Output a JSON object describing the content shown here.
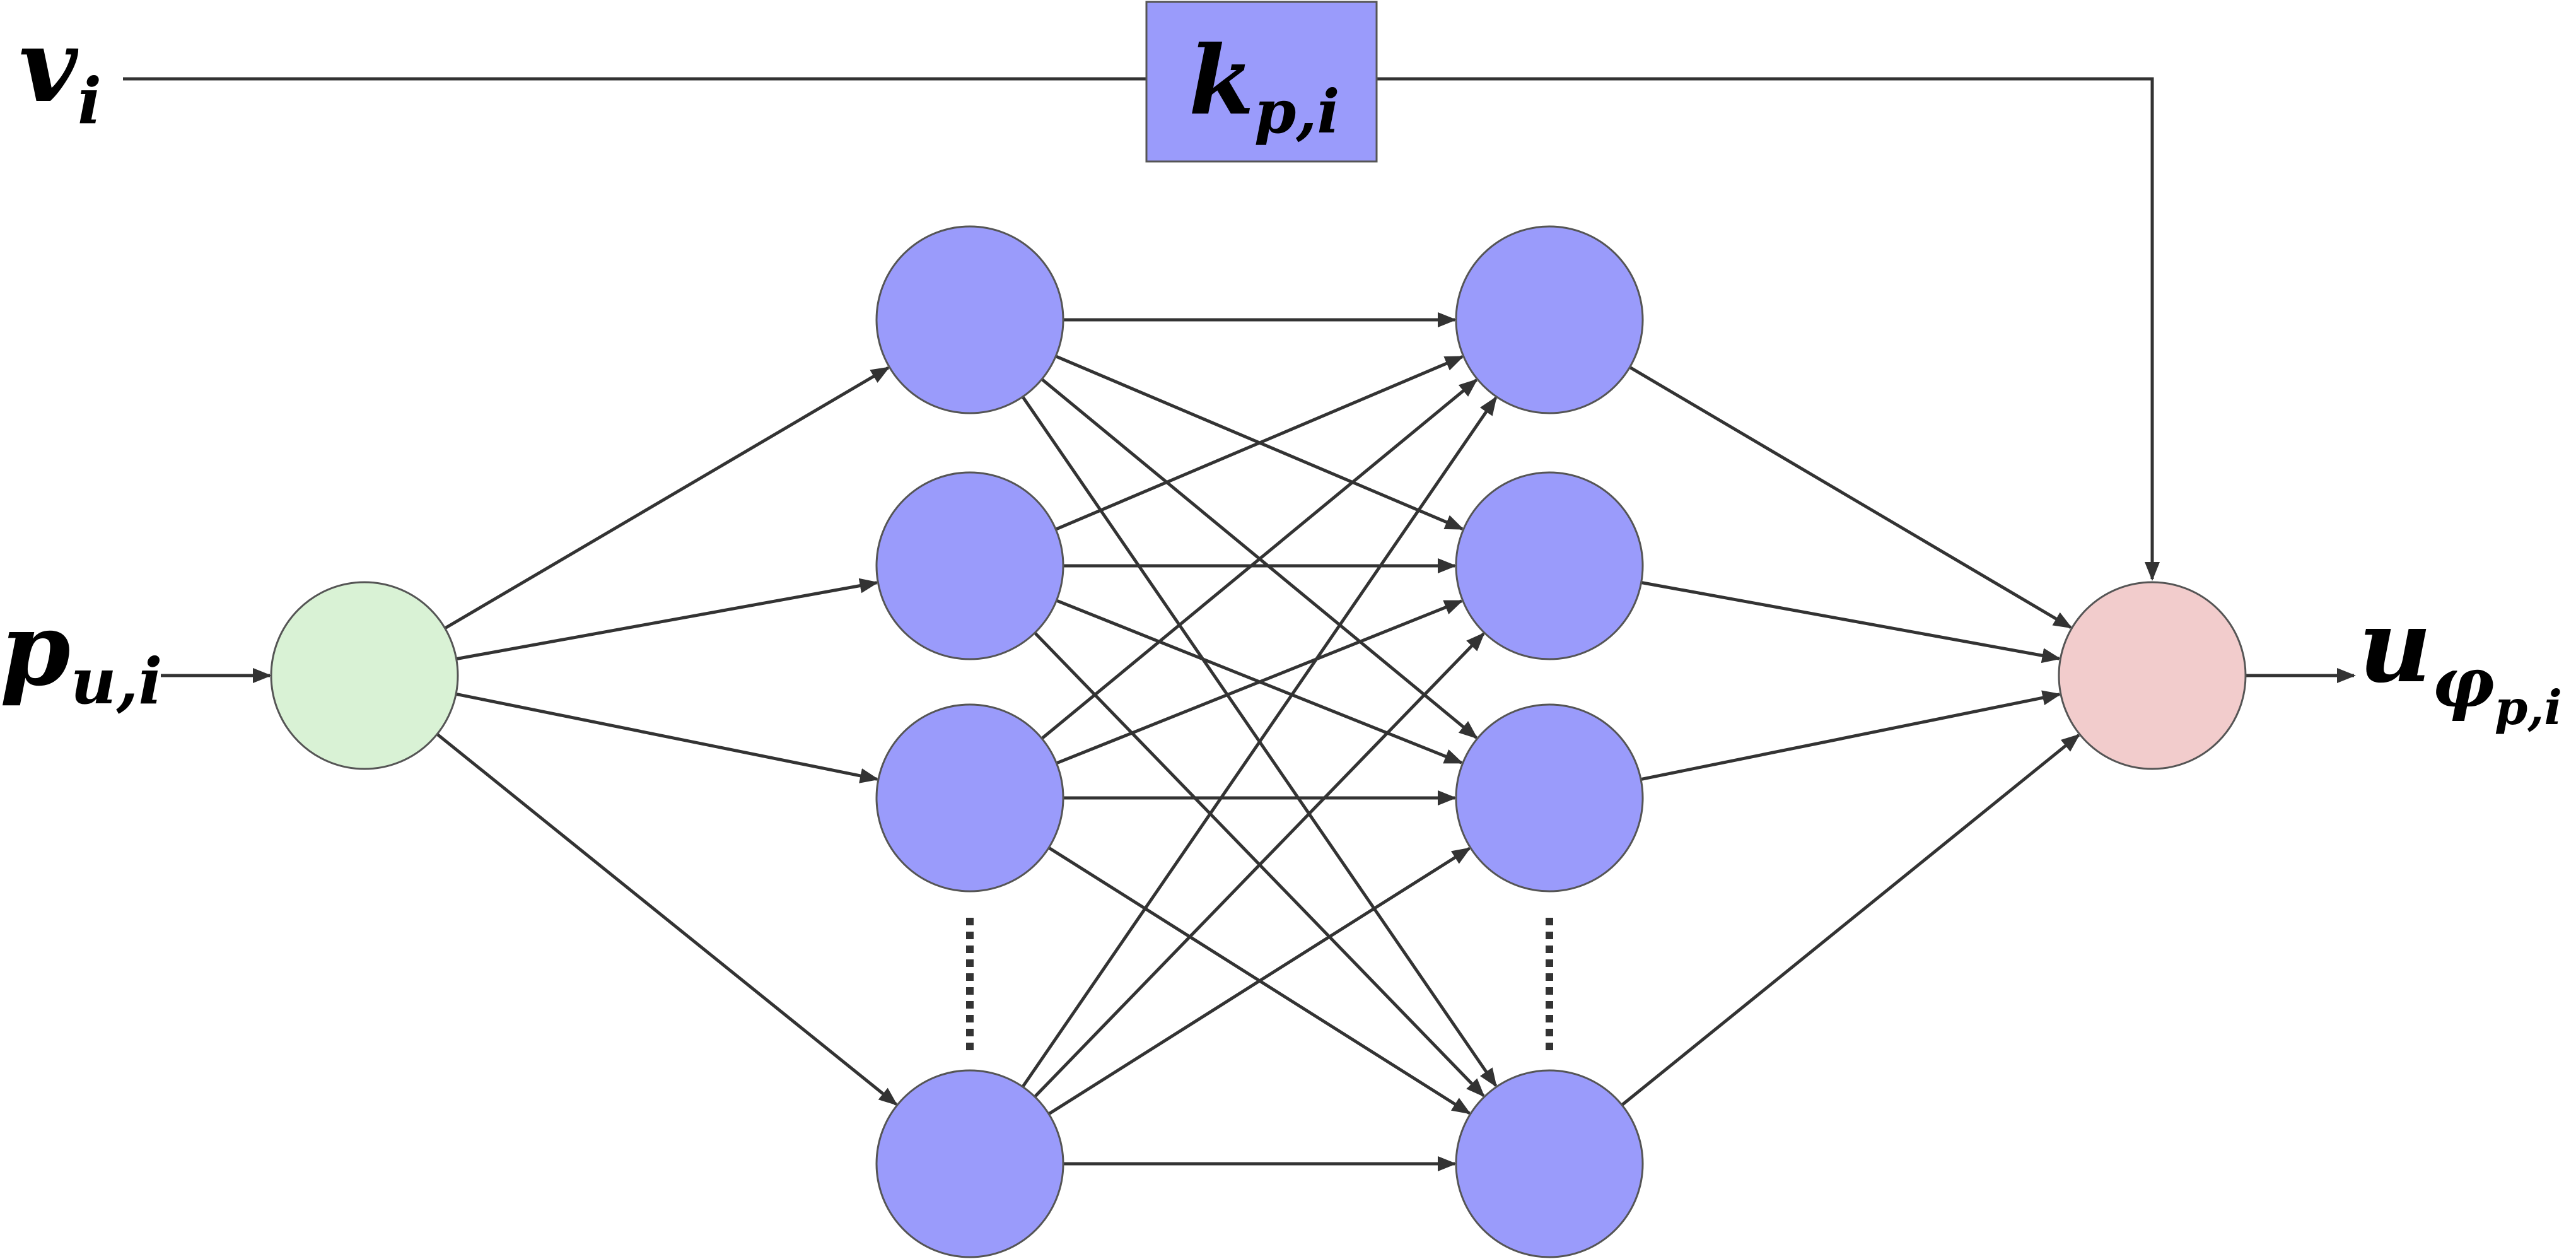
{
  "labels": {
    "v_main": "v",
    "v_sub": "i",
    "k_main": "k",
    "k_sub": "p,i",
    "p_main": "p",
    "p_sub": "u,i",
    "u_main": "u",
    "u_sub": "φ",
    "u_subsub": "p,i"
  },
  "colors": {
    "input_node": "#d9f2d5",
    "hidden_node": "#9a9bfb",
    "output_node": "#f2cccc",
    "gain_box": "#9a9bfb",
    "edge": "#333333"
  },
  "network": {
    "layers": [
      "input",
      "hidden-1",
      "hidden-2",
      "output"
    ],
    "hidden_layer_1_nodes_shown": 4,
    "hidden_layer_2_nodes_shown": 4,
    "hidden_layers_truncated": true,
    "connectivity": "fully-connected"
  }
}
